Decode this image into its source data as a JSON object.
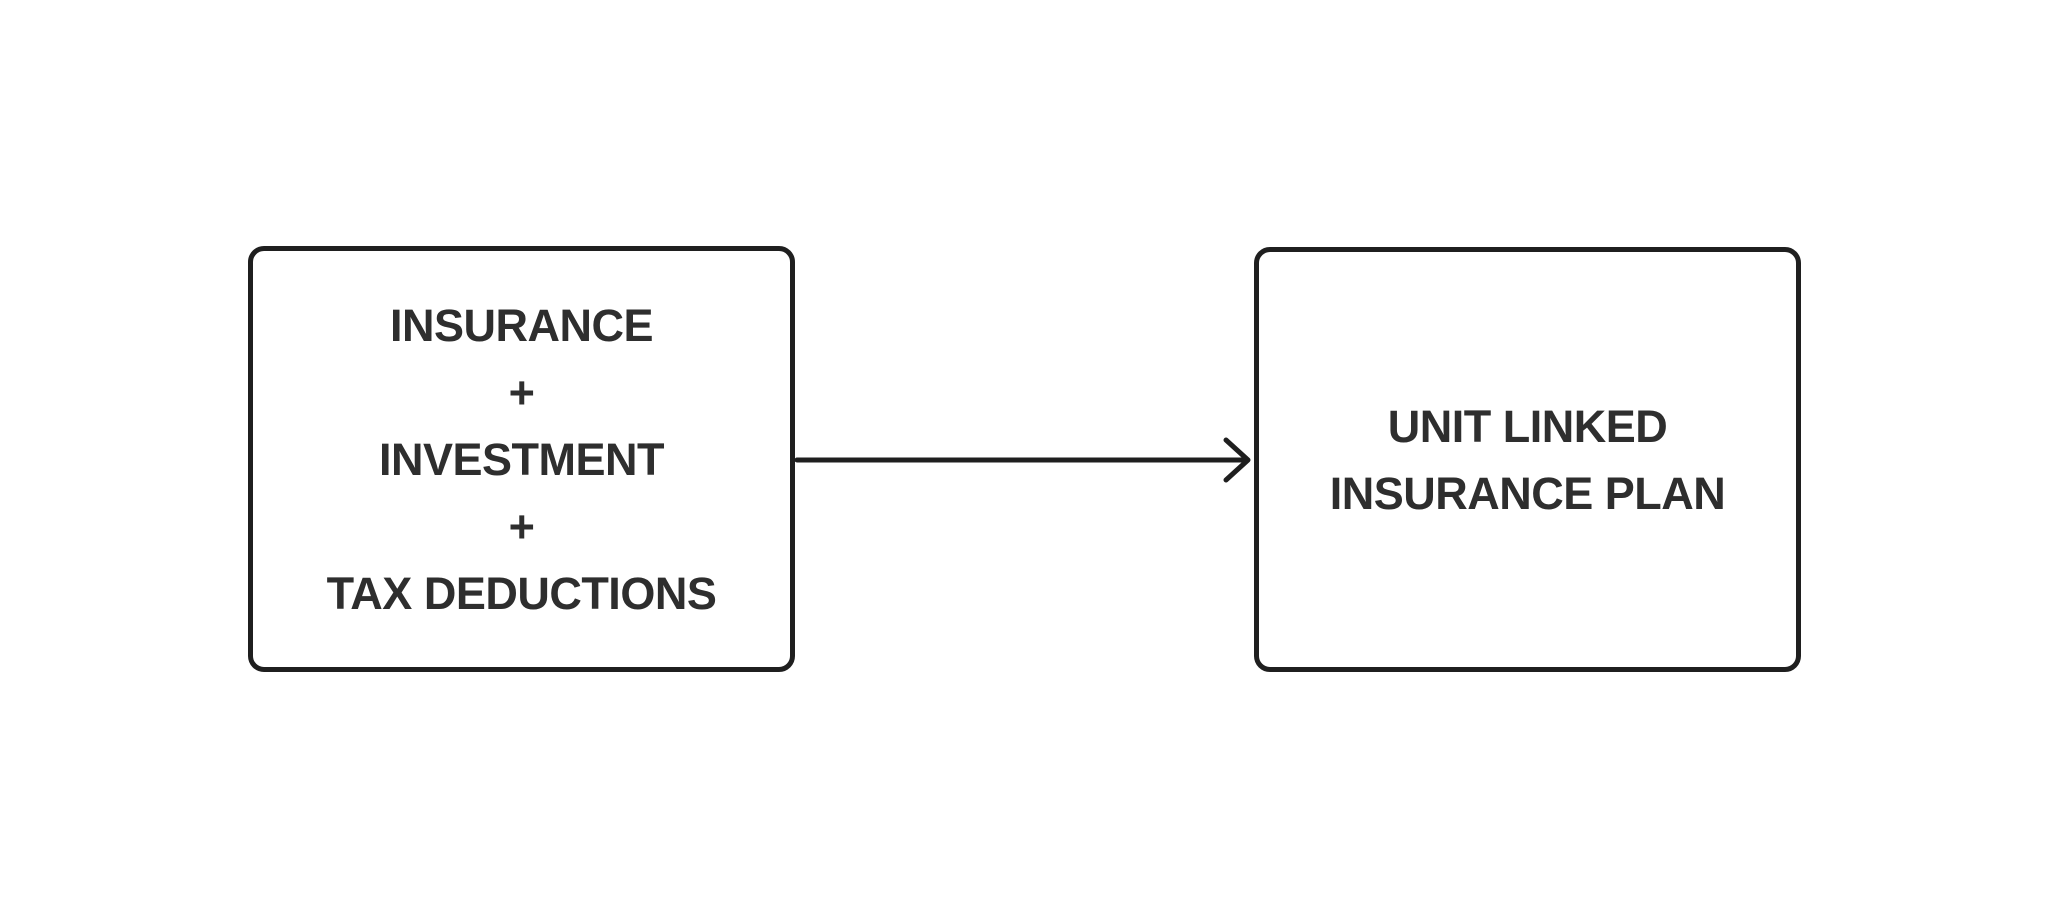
{
  "canvas": {
    "background_color": "#ffffff"
  },
  "diagram": {
    "left_node": {
      "lines": [
        "INSURANCE",
        "+",
        "INVESTMENT",
        "+",
        "TAX DEDUCTIONS"
      ]
    },
    "right_node": {
      "lines": [
        "UNIT LINKED",
        "INSURANCE PLAN"
      ]
    },
    "connector": {
      "type": "arrow",
      "direction": "left-to-right"
    },
    "colors": {
      "border": "#1f1f1f",
      "text": "#2e2e2e",
      "arrow": "#1f1f1f",
      "background": "#ffffff"
    }
  }
}
